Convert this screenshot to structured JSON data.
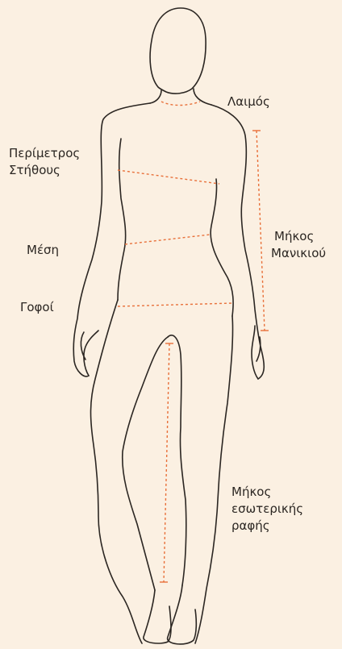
{
  "colors": {
    "background": "#fbf0e2",
    "outline": "#2b2622",
    "measure": "#e8703a"
  },
  "labels": {
    "neck": "Λαιμός",
    "chest_1": "Περίμετρος",
    "chest_2": "Στήθους",
    "waist": "Μέση",
    "sleeve_1": "Μήκος",
    "sleeve_2": "Μανικιού",
    "hips": "Γοφοί",
    "inseam_1": "Μήκος",
    "inseam_2": "εσωτερικής",
    "inseam_3": "ραφής"
  }
}
